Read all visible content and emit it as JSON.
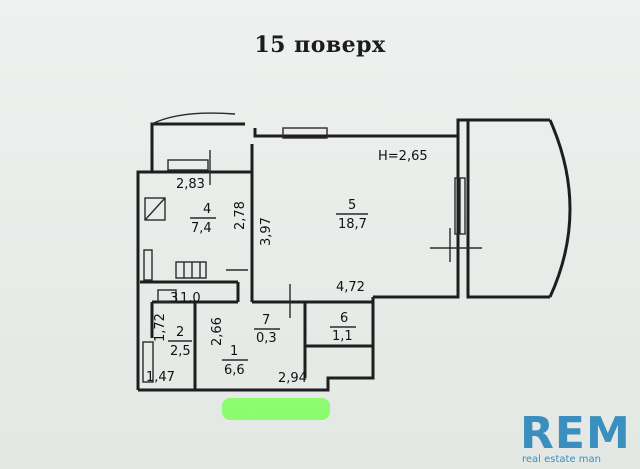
{
  "floor_title": "15 поверх",
  "ceiling_height": "H=2,65",
  "rooms": [
    {
      "number": "1",
      "area": "6,6"
    },
    {
      "number": "2",
      "area": "2,5"
    },
    {
      "number": "3",
      "area": "1,0"
    },
    {
      "number": "4",
      "area": "7,4"
    },
    {
      "number": "5",
      "area": "18,7"
    },
    {
      "number": "6",
      "area": "1,1"
    },
    {
      "number": "7",
      "area": "0,3"
    }
  ],
  "dimensions": [
    "2,83",
    "2,78",
    "3,97",
    "4,72",
    "2,66",
    "1,72",
    "1,47",
    "2,94"
  ],
  "logo": {
    "word": "REM",
    "tagline": "real estate man",
    "color": "#3a8fbf"
  },
  "marker_color": "#7dff5a"
}
